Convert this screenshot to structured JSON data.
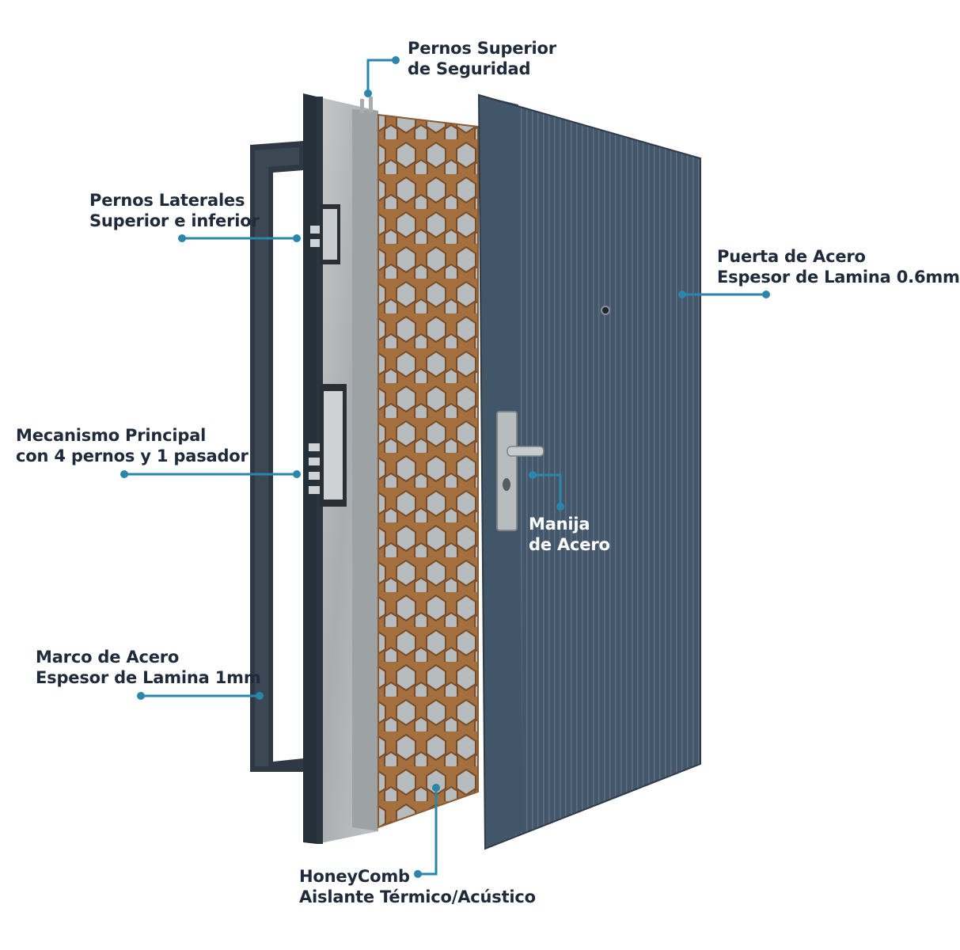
{
  "colors": {
    "accent": "#2a86ab",
    "text": "#1f2a3a",
    "door_steel": "#3f4f5e",
    "frame": "#2e3944",
    "honeycomb": "#b07a50",
    "insulation": "#b9bcbe"
  },
  "callouts": {
    "top_bolts": {
      "line1": "Pernos Superior",
      "line2": "de Seguridad"
    },
    "side_bolts": {
      "line1": "Pernos Laterales",
      "line2": "Superior e inferior"
    },
    "main_mechanism": {
      "line1": "Mecanismo Principal",
      "line2": "con 4 pernos y 1 pasador"
    },
    "frame": {
      "line1": "Marco de Acero",
      "line2": "Espesor de Lamina 1mm"
    },
    "door_panel": {
      "line1": "Puerta de Acero",
      "line2": "Espesor de Lamina 0.6mm"
    },
    "handle": {
      "line1": "Manija",
      "line2": "de Acero"
    },
    "honeycomb": {
      "line1": "HoneyComb",
      "line2": "Aislante Térmico/Acústico"
    }
  }
}
